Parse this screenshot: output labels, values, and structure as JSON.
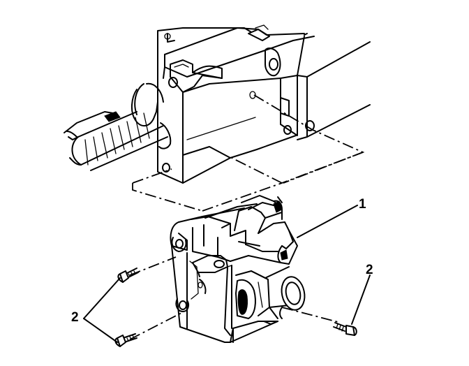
{
  "callouts": {
    "housing": "1",
    "bolt_right": "2",
    "bolts_left": "2"
  }
}
